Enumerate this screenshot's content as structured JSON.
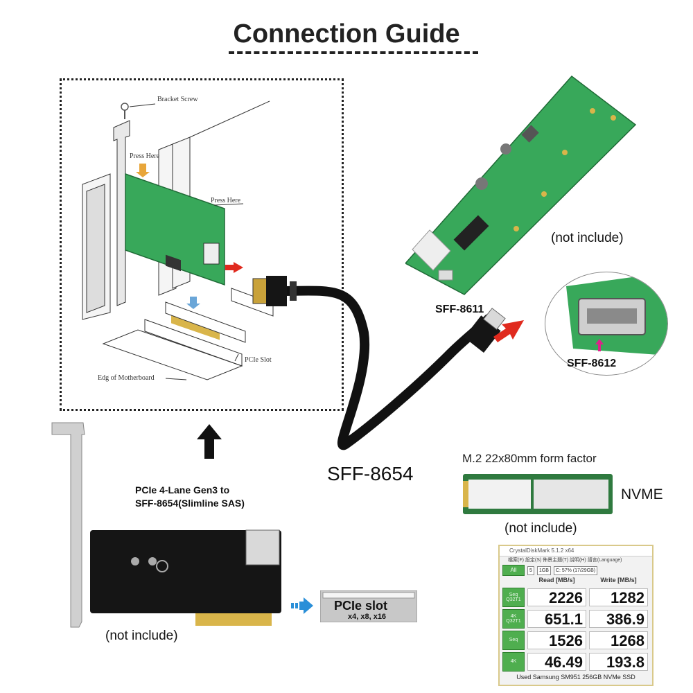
{
  "title": "Connection Guide",
  "install": {
    "bracket_screw": "Bracket Screw",
    "press_here_1": "Press Here",
    "press_here_2": "Press Here",
    "pcie_slot": "PCIe Slot",
    "edge_motherboard": "Edg  of Motherboard"
  },
  "adapter_board": {
    "label": "SFF-8611",
    "not_include": "(not include)"
  },
  "connector_zoom": {
    "label": "SFF-8612"
  },
  "cable": {
    "label": "SFF-8654"
  },
  "pcie_card": {
    "title_line1": "PCIe 4-Lane Gen3 to",
    "title_line2": "SFF-8654(Slimline SAS)",
    "not_include": "(not include)",
    "slot_title": "PCIe slot",
    "slot_sub": "x4, x8, x16"
  },
  "ssd": {
    "form_factor": "M.2 22x80mm form factor",
    "type": "NVME",
    "not_include": "(not include)"
  },
  "benchmark": {
    "window_title": "CrystalDiskMark 5.1.2 x64",
    "menu": "檔案(F)  設定(S)  佈景主題(T)  說明(H)  語言(Language)",
    "all_button": "All",
    "runs": "5",
    "size": "1GB",
    "drive": "C: 57% (17/29GB)",
    "read_header": "Read [MB/s]",
    "write_header": "Write [MB/s]",
    "rows": [
      {
        "label": "Seq Q32T1",
        "read": "2226",
        "write": "1282"
      },
      {
        "label": "4K Q32T1",
        "read": "651.1",
        "write": "386.9"
      },
      {
        "label": "Seq",
        "read": "1526",
        "write": "1268"
      },
      {
        "label": "4K",
        "read": "46.49",
        "write": "193.8"
      }
    ],
    "footer": "Used Samsung SM951 256GB NVMe SSD"
  },
  "colors": {
    "pcb_green": "#38a85a",
    "arrow_red": "#e02a1e",
    "arrow_blue": "#2a8fd8",
    "arrow_pink": "#e0208a"
  }
}
